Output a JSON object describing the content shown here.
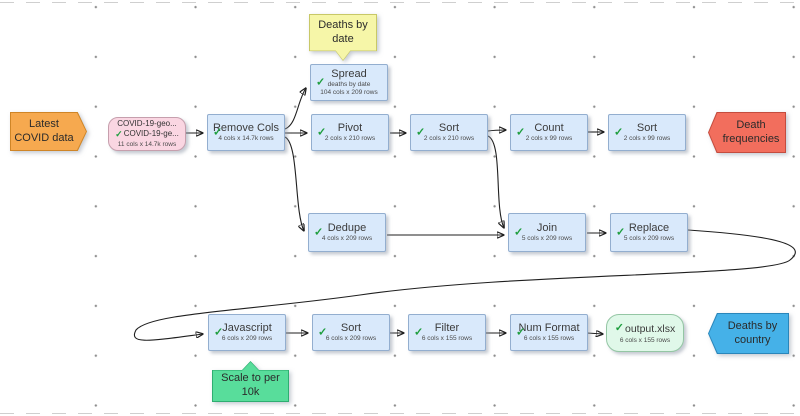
{
  "icons": {
    "check": "✓"
  },
  "colors": {
    "node_fill": "#d9e9fb",
    "node_border": "#93aecf",
    "input_fill": "#fad6e2",
    "output_fill": "#e0f8e9",
    "note_orange": "#f6a94f",
    "note_red": "#f26e5d",
    "note_cyan": "#45b1e8",
    "note_yellow": "#f6f6a8",
    "note_green": "#58dd9b",
    "check_green": "#1e9e3e",
    "edge": "#1f1f1f"
  },
  "nodes": {
    "covid_input": {
      "line1": "COVID-19-geo...",
      "line2": "COVID-19-ge...",
      "meta": "11 cols x 14.7k rows"
    },
    "remove_cols": {
      "title": "Remove Cols",
      "meta": "4 cols x 14.7k rows"
    },
    "spread": {
      "title": "Spread",
      "note": "deaths by date",
      "meta": "104 cols x 209 rows"
    },
    "pivot": {
      "title": "Pivot",
      "meta": "2 cols x 210 rows"
    },
    "sort_dates": {
      "title": "Sort",
      "meta": "2 cols x 210 rows"
    },
    "count": {
      "title": "Count",
      "meta": "2 cols x 99 rows"
    },
    "sort_freq": {
      "title": "Sort",
      "meta": "2 cols x 99 rows"
    },
    "dedupe": {
      "title": "Dedupe",
      "meta": "4 cols x 209 rows"
    },
    "join": {
      "title": "Join",
      "meta": "5 cols x 209 rows"
    },
    "replace": {
      "title": "Replace",
      "meta": "5 cols x 209 rows"
    },
    "javascript": {
      "title": "Javascript",
      "meta": "6 cols x 209 rows"
    },
    "sort_country": {
      "title": "Sort",
      "meta": "6 cols x 209 rows"
    },
    "filter": {
      "title": "Filter",
      "meta": "6 cols x 155 rows"
    },
    "num_format": {
      "title": "Num Format",
      "meta": "6 cols x 155 rows"
    },
    "output": {
      "title": "output.xlsx",
      "meta": "6 cols x 155 rows"
    }
  },
  "annotations": {
    "latest_covid": {
      "line1": "Latest",
      "line2": "COVID data"
    },
    "deaths_by_date": {
      "line1": "Deaths by",
      "line2": "date"
    },
    "death_frequencies": {
      "line1": "Death",
      "line2": "frequencies"
    },
    "scale_note": {
      "line1": "Scale to per",
      "line2": "10k"
    },
    "deaths_by_country": {
      "line1": "Deaths by",
      "line2": "country"
    }
  }
}
